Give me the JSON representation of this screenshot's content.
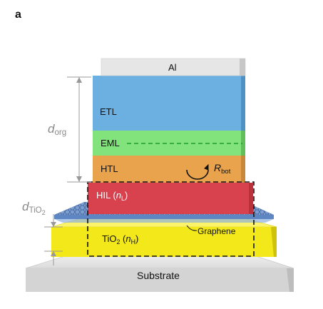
{
  "panel_label": "a",
  "layers": {
    "al": "Al",
    "etl": "ETL",
    "eml": "EML",
    "htl": "HTL",
    "hil_main": "HIL (",
    "hil_n": "n",
    "hil_sub": "L",
    "hil_close": ")",
    "tio2_main": "TiO",
    "tio2_sub": "2",
    "tio2_open": " (",
    "tio2_n": "n",
    "tio2_nsub": "H",
    "tio2_close": ")",
    "graphene": "Graphene",
    "substrate": "Substrate"
  },
  "annotations": {
    "d_org_main": "d",
    "d_org_sub": "org",
    "d_tio2_main": "d",
    "d_tio2_sub": "TiO",
    "d_tio2_sub2": "2",
    "r_bot_main": "R",
    "r_bot_sub": "bot"
  },
  "colors": {
    "al": "#e4e4e4",
    "etl": "#6aaee0",
    "eml": "#7ee07a",
    "htl": "#e8a24e",
    "hil": "#d94552",
    "graphene": "#6d94c7",
    "tio2": "#f3ea18",
    "substrate": "#d6d6d6"
  }
}
